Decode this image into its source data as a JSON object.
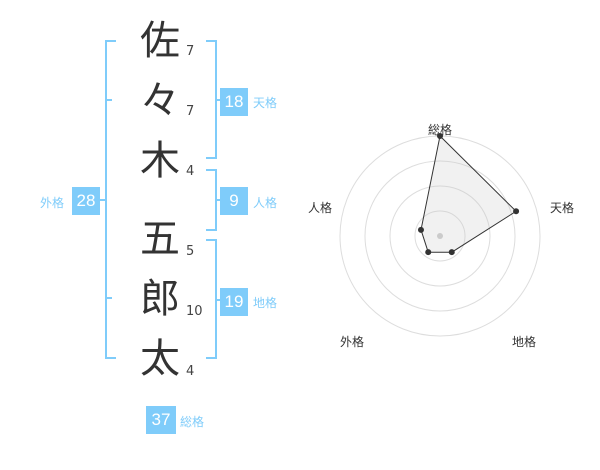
{
  "name": {
    "chars": [
      {
        "char": "佐",
        "strokes": "7"
      },
      {
        "char": "々",
        "strokes": "7"
      },
      {
        "char": "木",
        "strokes": "4"
      },
      {
        "char": "五",
        "strokes": "5"
      },
      {
        "char": "郎",
        "strokes": "10"
      },
      {
        "char": "太",
        "strokes": "4"
      }
    ]
  },
  "kaku": {
    "tenkaku": {
      "label": "天格",
      "value": "18"
    },
    "jinkaku": {
      "label": "人格",
      "value": "9"
    },
    "chikaku": {
      "label": "地格",
      "value": "19"
    },
    "gaikaku": {
      "label": "外格",
      "value": "28"
    },
    "soukaku": {
      "label": "総格",
      "value": "37"
    }
  },
  "colors": {
    "accent": "#7fccfa",
    "text": "#333333",
    "grid": "#dddddd"
  },
  "chart_data": {
    "type": "radar",
    "axes": [
      "総格",
      "天格",
      "地格",
      "外格",
      "人格"
    ],
    "values": [
      5,
      4,
      1,
      1,
      1
    ],
    "rmax": 5,
    "rings": 4,
    "grid": true
  }
}
